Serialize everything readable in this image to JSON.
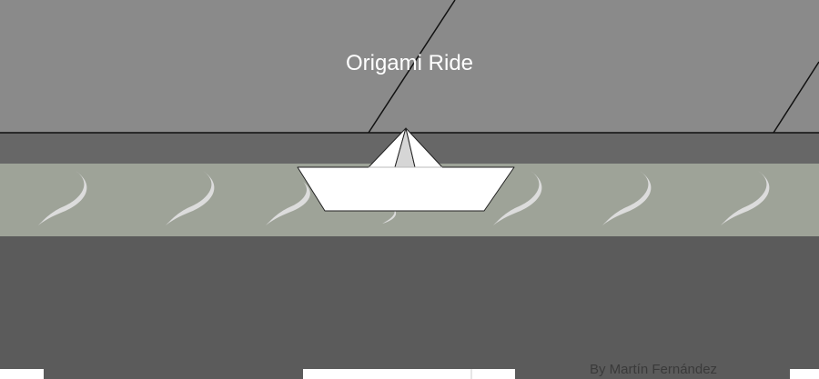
{
  "game": {
    "title": "Origami Ride",
    "credit": "By Martín Fernández"
  },
  "colors": {
    "sky": "#8a8a8a",
    "sky_band": "#676767",
    "water": "#9ea398",
    "ground": "#5b5b5b",
    "boat": "#ffffff",
    "wave": "#dcdcdc"
  },
  "icons": {
    "player": "paper-boat",
    "waves": "water-wave-swirl"
  }
}
